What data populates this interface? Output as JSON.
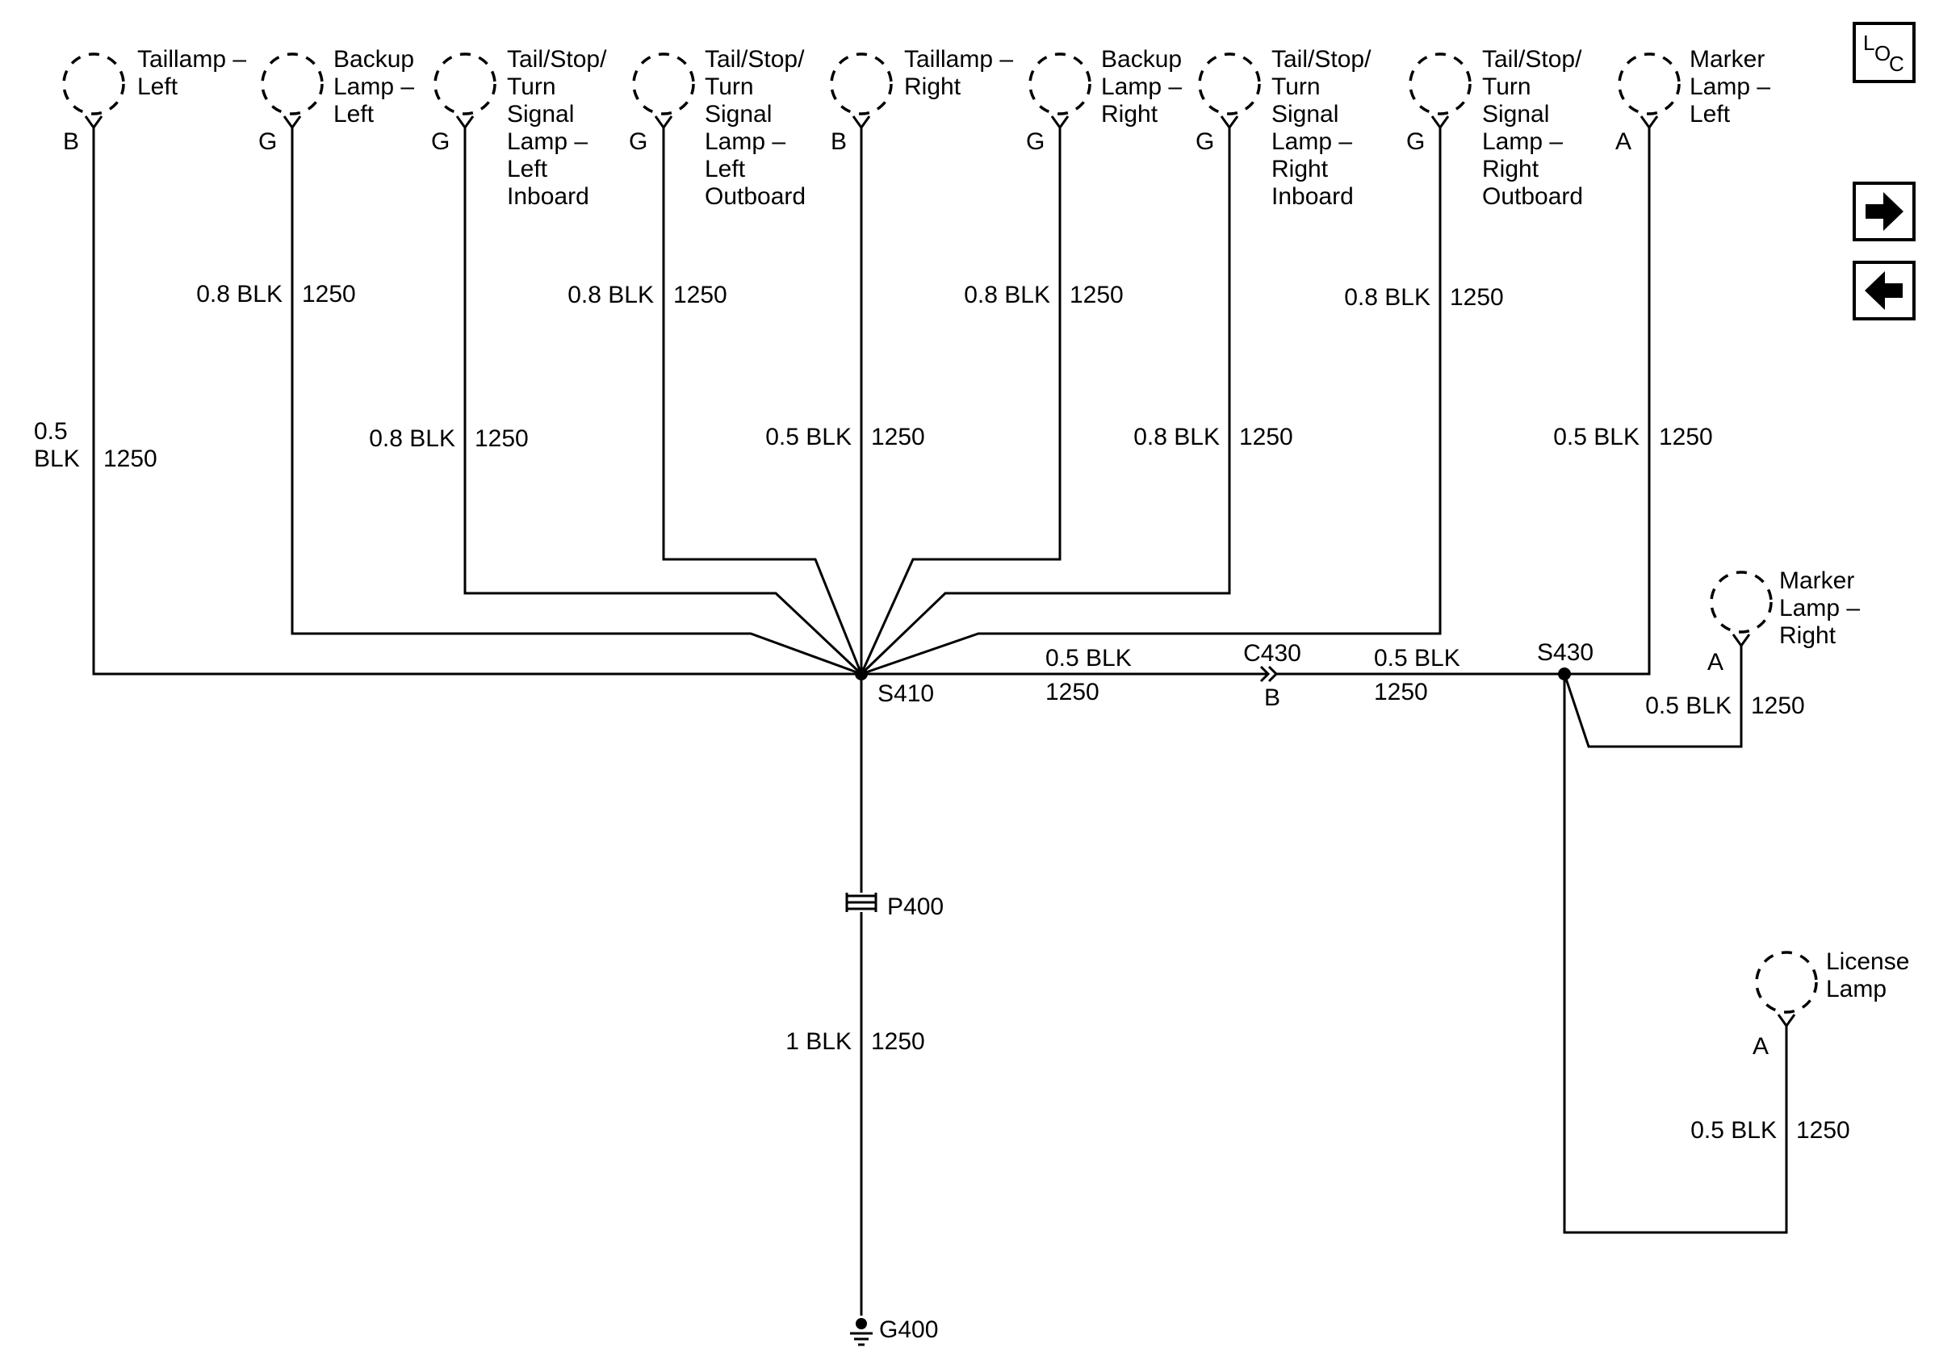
{
  "components": {
    "taillamp_left": {
      "lines": [
        "Taillamp –",
        "Left"
      ],
      "pin": "B"
    },
    "backup_lamp_left": {
      "lines": [
        "Backup",
        "Lamp –",
        "Left"
      ],
      "pin": "G"
    },
    "tail_stop_turn_left_inboard": {
      "lines": [
        "Tail/Stop/",
        "Turn",
        "Signal",
        "Lamp –",
        "Left",
        "Inboard"
      ],
      "pin": "G"
    },
    "tail_stop_turn_left_outboard": {
      "lines": [
        "Tail/Stop/",
        "Turn",
        "Signal",
        "Lamp –",
        "Left",
        "Outboard"
      ],
      "pin": "G"
    },
    "taillamp_right": {
      "lines": [
        "Taillamp –",
        "Right"
      ],
      "pin": "B"
    },
    "backup_lamp_right": {
      "lines": [
        "Backup",
        "Lamp –",
        "Right"
      ],
      "pin": "G"
    },
    "tail_stop_turn_right_inboard": {
      "lines": [
        "Tail/Stop/",
        "Turn",
        "Signal",
        "Lamp –",
        "Right",
        "Inboard"
      ],
      "pin": "G"
    },
    "tail_stop_turn_right_outboard": {
      "lines": [
        "Tail/Stop/",
        "Turn",
        "Signal",
        "Lamp –",
        "Right",
        "Outboard"
      ],
      "pin": "G"
    },
    "marker_lamp_left": {
      "lines": [
        "Marker",
        "Lamp –",
        "Left"
      ],
      "pin": "A"
    },
    "marker_lamp_right": {
      "lines": [
        "Marker",
        "Lamp –",
        "Right"
      ],
      "pin": "A"
    },
    "license_lamp": {
      "lines": [
        "License",
        "Lamp"
      ],
      "pin": "A"
    }
  },
  "wires": {
    "taillamp_left": {
      "size_lines": [
        "0.5",
        "BLK"
      ],
      "circuit": "1250"
    },
    "backup_lamp_left": {
      "size": "0.8 BLK",
      "circuit": "1250"
    },
    "tail_stop_turn_left_inboard": {
      "size": "0.8 BLK",
      "circuit": "1250"
    },
    "tail_stop_turn_left_outboard": {
      "size": "0.8 BLK",
      "circuit": "1250"
    },
    "taillamp_right": {
      "size": "0.5 BLK",
      "circuit": "1250"
    },
    "backup_lamp_right": {
      "size": "0.8 BLK",
      "circuit": "1250"
    },
    "tail_stop_turn_right_inboard": {
      "size": "0.8 BLK",
      "circuit": "1250"
    },
    "tail_stop_turn_right_outboard": {
      "size": "0.8 BLK",
      "circuit": "1250"
    },
    "marker_lamp_left": {
      "size": "0.5 BLK",
      "circuit": "1250"
    },
    "s410_to_c430": {
      "size": "0.5 BLK",
      "circuit": "1250"
    },
    "c430_to_s430": {
      "size": "0.5 BLK",
      "circuit": "1250"
    },
    "marker_lamp_right": {
      "size": "0.5 BLK",
      "circuit": "1250"
    },
    "license_lamp": {
      "size": "0.5 BLK",
      "circuit": "1250"
    },
    "to_ground": {
      "size": "1 BLK",
      "circuit": "1250"
    }
  },
  "splices": {
    "s410": "S410",
    "s430": "S430"
  },
  "connectors": {
    "c430": {
      "name": "C430",
      "pin": "B"
    },
    "p400": "P400"
  },
  "ground": "G400",
  "nav": {
    "loc_icon": {
      "l": "L",
      "o": "O",
      "c": "C"
    },
    "next_icon": "arrow-right",
    "prev_icon": "arrow-left"
  }
}
